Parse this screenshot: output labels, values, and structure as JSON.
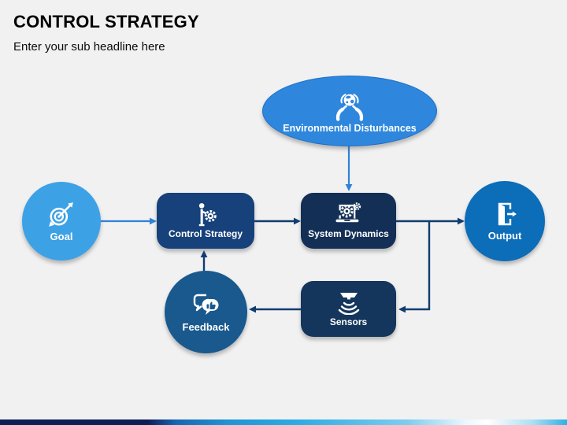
{
  "header": {
    "title": "CONTROL STRATEGY",
    "subtitle": "Enter your sub headline here"
  },
  "diagram": {
    "environmental_disturbances": {
      "label": "Environmental Disturbances",
      "icon": "hands-globe-icon",
      "shape": "ellipse",
      "fill": "#2E87DD"
    },
    "goal": {
      "label": "Goal",
      "icon": "target-dart-icon",
      "shape": "circle",
      "fill": "#3DA1E6"
    },
    "control_strategy": {
      "label": "Control Strategy",
      "icon": "person-gear-icon",
      "shape": "rounded-rect",
      "fill": "#16417B"
    },
    "system_dynamics": {
      "label": "System Dynamics",
      "icon": "laptop-gears-icon",
      "shape": "rounded-rect",
      "fill": "#132F55"
    },
    "output": {
      "label": "Output",
      "icon": "exit-door-icon",
      "shape": "circle",
      "fill": "#0C6DB9"
    },
    "feedback": {
      "label": "Feedback",
      "icon": "chat-thumbs-up-icon",
      "shape": "circle",
      "fill": "#19598E"
    },
    "sensors": {
      "label": "Sensors",
      "icon": "motion-sensor-icon",
      "shape": "rounded-rect",
      "fill": "#14365C"
    }
  },
  "connections": [
    {
      "from": "goal",
      "to": "control_strategy",
      "direction": "right",
      "color": "#2E82D8"
    },
    {
      "from": "environmental_disturbances",
      "to": "system_dynamics",
      "direction": "down",
      "color": "#2E82D8"
    },
    {
      "from": "control_strategy",
      "to": "system_dynamics",
      "direction": "right",
      "color": "#113C6F"
    },
    {
      "from": "system_dynamics",
      "to": "output",
      "direction": "right",
      "color": "#113C6F"
    },
    {
      "from": "system_dynamics",
      "to": "sensors",
      "direction": "down-left",
      "color": "#113C6F"
    },
    {
      "from": "sensors",
      "to": "feedback",
      "direction": "left",
      "color": "#113C6F"
    },
    {
      "from": "feedback",
      "to": "control_strategy",
      "direction": "up",
      "color": "#113C6F"
    }
  ],
  "footer": {
    "bar_gradient": [
      "#0D1C55",
      "#1566B0",
      "#29ABE2",
      "#FFFFFF",
      "#2FB0E6"
    ]
  },
  "background": "#F1F1F2"
}
